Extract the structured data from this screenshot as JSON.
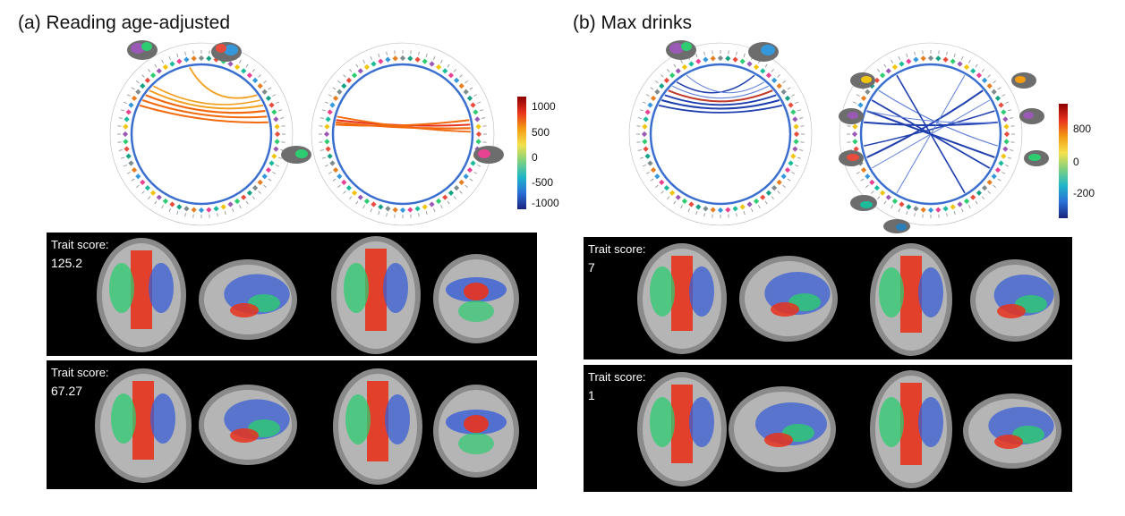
{
  "panels": [
    {
      "label": "(a)",
      "title": "Reading age-adjusted",
      "colorbar": {
        "ticks": [
          "1000",
          "500",
          "0",
          "-500",
          "-1000"
        ],
        "colors": [
          "#8b0000",
          "#e8331c",
          "#f39c12",
          "#f4e04d",
          "#7fd17f",
          "#1fb6c9",
          "#2a6fd6",
          "#1a237e"
        ]
      },
      "rows": [
        {
          "trait_label": "Trait score:",
          "trait_value": "125.2"
        },
        {
          "trait_label": "Trait score:",
          "trait_value": "67.27"
        }
      ]
    },
    {
      "label": "(b)",
      "title": "Max drinks",
      "colorbar": {
        "ticks": [
          "800",
          "0",
          "-200"
        ],
        "colors": [
          "#8b0000",
          "#e8331c",
          "#f39c12",
          "#f4e04d",
          "#7fd17f",
          "#1fb6c9",
          "#2a6fd6",
          "#1a237e"
        ]
      },
      "rows": [
        {
          "trait_label": "Trait score:",
          "trait_value": "7"
        },
        {
          "trait_label": "Trait score:",
          "trait_value": "1"
        }
      ]
    }
  ],
  "colors": {
    "positive_edge": "#f26a0f",
    "positive_edge_alt": "#f2a020",
    "negative_edge": "#1f3fae",
    "negative_edge_light": "#5f7fd8",
    "ring": "#3a6fd0",
    "background_image": "#000000"
  }
}
